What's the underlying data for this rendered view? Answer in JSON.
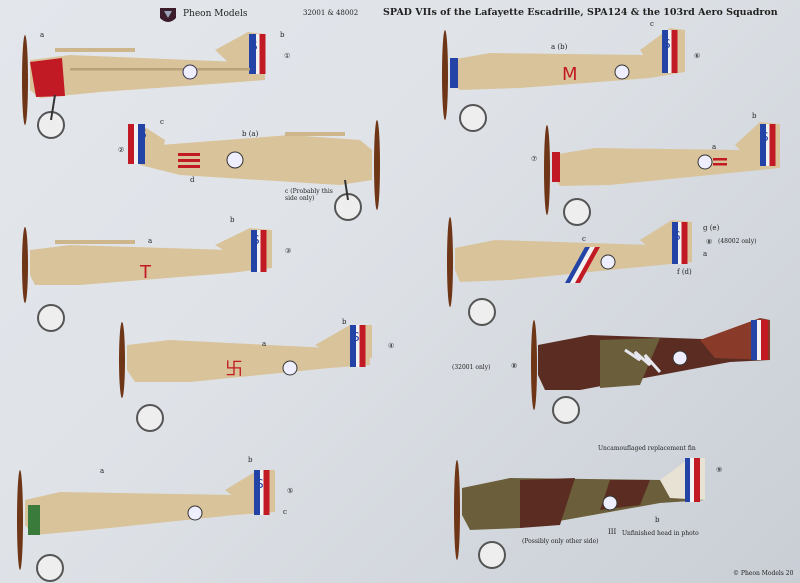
{
  "header": {
    "brand": "Pheon Models",
    "codes": "32001 & 48002",
    "title": "SPAD VIIs of the Lafayette Escadrille, SPA124 & the 103rd Aero Squadron"
  },
  "profiles": {
    "p1": {
      "number": "①",
      "labels": {
        "a": "a",
        "b": "b"
      }
    },
    "p2": {
      "number": "②",
      "labels": {
        "b": "b (a)",
        "c": "c",
        "d": "d",
        "note": "c (Probably this side only)"
      }
    },
    "p3": {
      "number": "③",
      "labels": {
        "a": "a",
        "b": "b"
      }
    },
    "p4": {
      "number": "④",
      "labels": {
        "a": "a",
        "b": "b"
      }
    },
    "p5": {
      "number": "⑤",
      "labels": {
        "a": "a",
        "b": "b",
        "c": "c"
      }
    },
    "p6": {
      "number": "⑥",
      "labels": {
        "a": "a (b)",
        "c": "c"
      }
    },
    "p7": {
      "number": "⑦",
      "labels": {
        "a": "a",
        "b": "b"
      }
    },
    "p8": {
      "number": "⑧",
      "labels": {
        "c": "c",
        "g": "g (e)",
        "a": "a",
        "f": "f (d)",
        "note": "(48002 only)"
      }
    },
    "p9": {
      "number": "⑧",
      "labels": {
        "note": "(32001 only)"
      }
    },
    "p10": {
      "number": "⑨",
      "labels": {
        "top": "Uncamouflaged replacement fin",
        "b": "b",
        "bottom": "Unfinished head in photo",
        "left": "(Possibly only other side)",
        "mark": "III"
      }
    }
  },
  "footer": {
    "copyright": "© Pheon Models 20"
  },
  "colors": {
    "tan": "#d8c49b",
    "red": "#c21a24",
    "blue": "#2343a6",
    "white": "#f4f4f4",
    "dark_brown": "#5b2d22",
    "olive": "#6b5e3a"
  }
}
